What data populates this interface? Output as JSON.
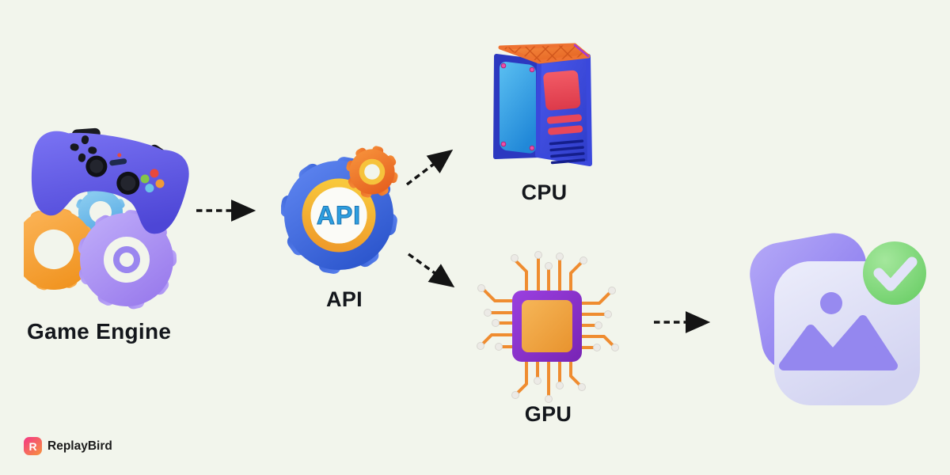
{
  "page": {
    "background_color": "#f2f5ec",
    "description_visible_text_only": true
  },
  "diagram": {
    "nodes": [
      {
        "id": "game-engine",
        "label": "Game Engine",
        "icon": "gamepad-gears-icon"
      },
      {
        "id": "api",
        "label": "API",
        "icon": "gear-api-icon",
        "icon_text": "API"
      },
      {
        "id": "cpu",
        "label": "CPU",
        "icon": "computer-tower-icon"
      },
      {
        "id": "gpu",
        "label": "GPU",
        "icon": "chip-icon"
      },
      {
        "id": "rendered-image",
        "label": "",
        "icon": "image-check-icon"
      }
    ],
    "edges": [
      {
        "from": "game-engine",
        "to": "api",
        "style": "dashed-arrow"
      },
      {
        "from": "api",
        "to": "cpu",
        "style": "dashed-arrow"
      },
      {
        "from": "api",
        "to": "gpu",
        "style": "dashed-arrow"
      },
      {
        "from": "gpu",
        "to": "rendered-image",
        "style": "dashed-arrow"
      }
    ]
  },
  "branding": {
    "logo_monogram": "R",
    "logo_text": "ReplayBird"
  },
  "colors": {
    "background": "#f2f5ec",
    "arrow": "#141414",
    "label_text": "#14171c",
    "controller_purple": "#5b55ea",
    "gear_orange": "#f6a33c",
    "gear_purple": "#a78df2",
    "gear_blue": "#62b7e8",
    "api_gear_blue": "#3b68e0",
    "api_ring_gold": "#f5a623",
    "api_text_blue": "#2e9fe0",
    "cpu_body_blue": "#3848dc",
    "cpu_side_panel_blue": "#2f9ce8",
    "cpu_top_orange": "#ef7430",
    "cpu_accent_red": "#e8475a",
    "cpu_screw_pink": "#ec4fa8",
    "gpu_chip_purple": "#8a33cc",
    "gpu_die_orange": "#efa03c",
    "gpu_trace_orange": "#ef8c30",
    "image_back_purple": "#988af0",
    "image_front_lavender": "#dcddf6",
    "check_green": "#82da7c",
    "logo_gradient_start": "#f4447c",
    "logo_gradient_end": "#f78a44"
  }
}
